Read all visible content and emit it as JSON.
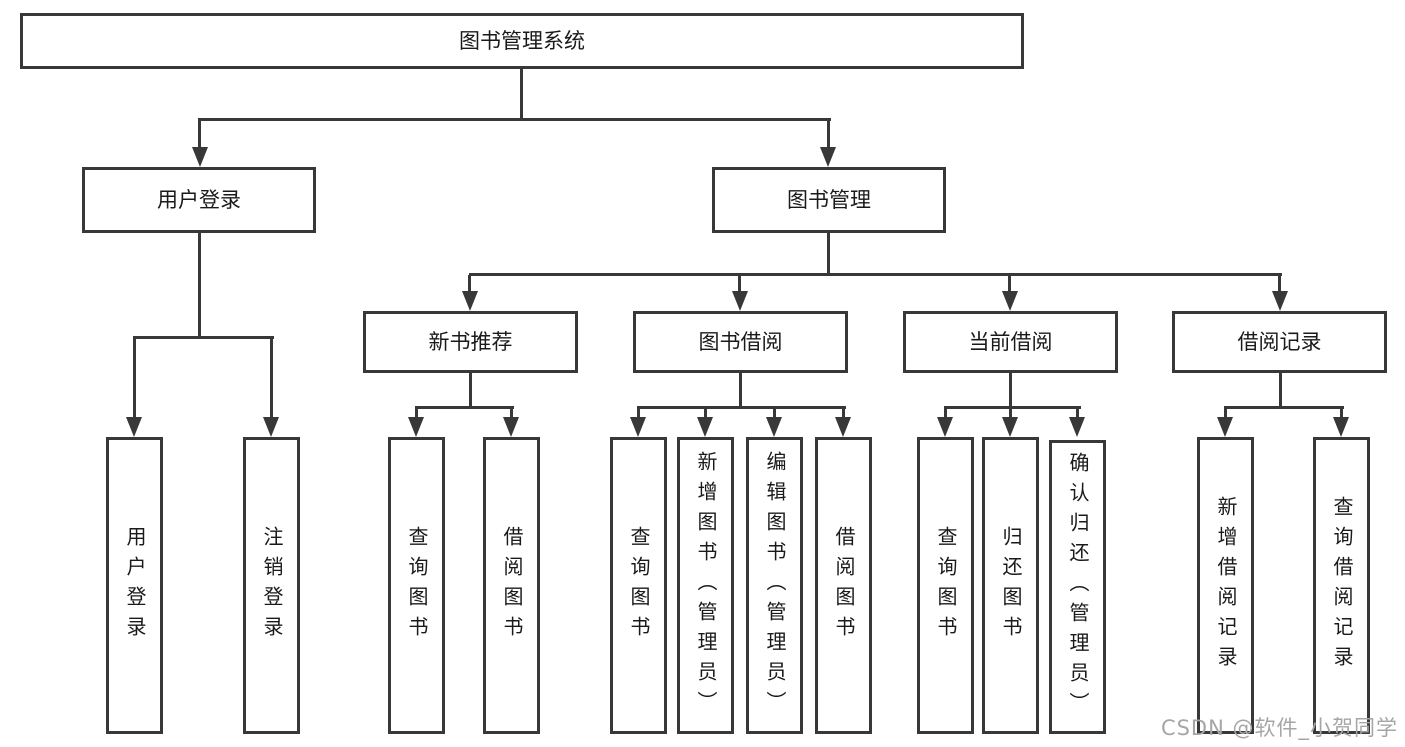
{
  "diagram_title": "图书管理系统",
  "tree": {
    "root": {
      "label": "图书管理系统"
    },
    "children": [
      {
        "label": "用户登录",
        "children": [
          {
            "label": "用户登录"
          },
          {
            "label": "注销登录"
          }
        ]
      },
      {
        "label": "图书管理",
        "children": [
          {
            "label": "新书推荐",
            "children": [
              {
                "label": "查询图书"
              },
              {
                "label": "借阅图书"
              }
            ]
          },
          {
            "label": "图书借阅",
            "children": [
              {
                "label": "查询图书"
              },
              {
                "label": "新增图书（管理员）"
              },
              {
                "label": "编辑图书（管理员）"
              },
              {
                "label": "借阅图书"
              }
            ]
          },
          {
            "label": "当前借阅",
            "children": [
              {
                "label": "查询图书"
              },
              {
                "label": "归还图书"
              },
              {
                "label": "确认归还（管理员）"
              }
            ]
          },
          {
            "label": "借阅记录",
            "children": [
              {
                "label": "新增借阅记录"
              },
              {
                "label": "查询借阅记录"
              }
            ]
          }
        ]
      }
    ]
  },
  "watermark": {
    "text": "CSDN @软件_小贺同学",
    "color": "#a6a6a6"
  },
  "colors": {
    "line": "#383838",
    "text": "#1a1a1a",
    "background": "#ffffff"
  }
}
